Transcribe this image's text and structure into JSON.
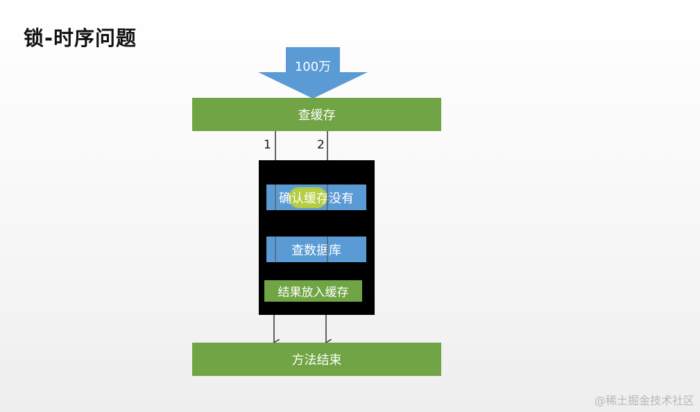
{
  "title": "锁-时序问题",
  "diagram": {
    "input_label": "100万",
    "top_step": "查缓存",
    "thread_labels": [
      "1",
      "2"
    ],
    "inner_steps": [
      "确认缓存没有",
      "查数据库",
      "结果放入缓存"
    ],
    "end_step": "方法结束"
  },
  "watermark": "@稀土掘金技术社区",
  "colors": {
    "green": "#70a444",
    "blue": "#5b9bd5",
    "black": "#000000",
    "highlight": "#c4d628"
  }
}
